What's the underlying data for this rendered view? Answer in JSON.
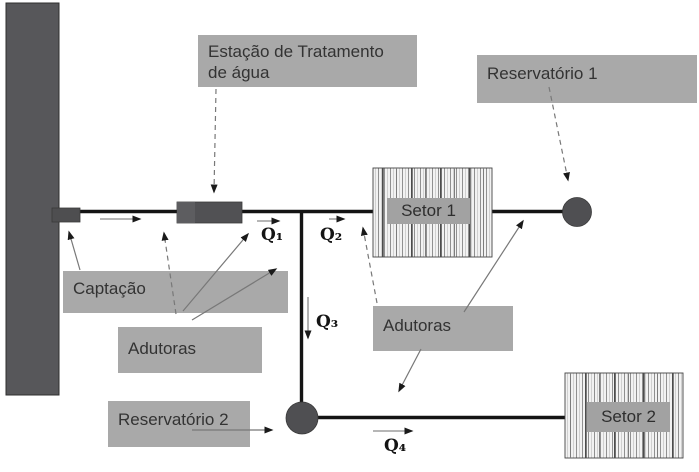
{
  "labels": {
    "treatment_plant": {
      "line1": "Estação de Tratamento",
      "line2": "de água"
    },
    "reservoir1": "Reservatório 1",
    "captacao": "Captação",
    "adutoras_left": "Adutoras",
    "adutoras_right": "Adutoras",
    "reservoir2": "Reservatório 2",
    "setor1": "Setor 1",
    "setor2": "Setor 2"
  },
  "flows": {
    "q1": "Q₁",
    "q2": "Q₂",
    "q3": "Q₃",
    "q4": "Q₄"
  },
  "colors": {
    "label_box_gray": "#a9a9a9",
    "sector_label_gray": "#a2a2a2",
    "dark_node_gray": "#4f4f52",
    "pipe_black": "#141414",
    "arrow_gray": "#7a7a7a"
  }
}
